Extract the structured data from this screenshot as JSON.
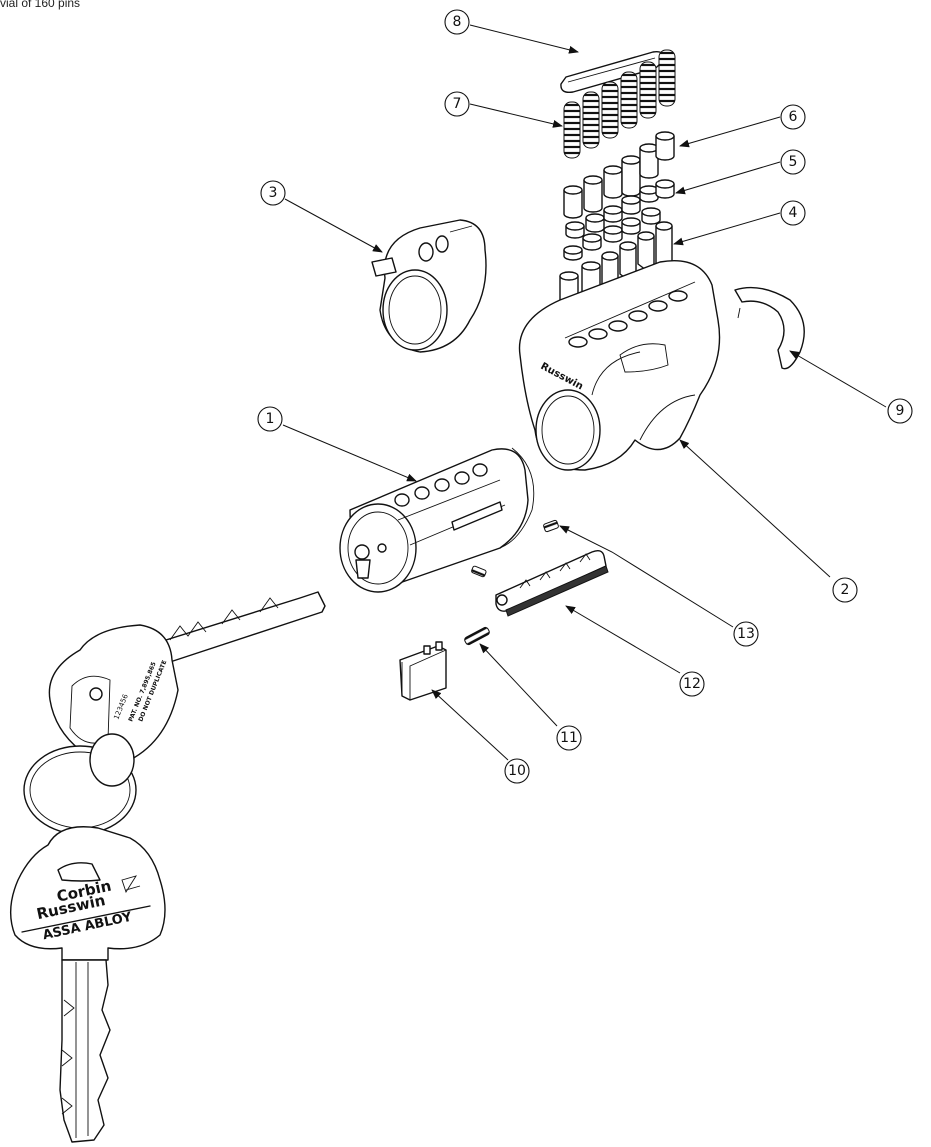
{
  "header": {
    "text": "vial of 160 pins"
  },
  "callouts": [
    "1",
    "2",
    "3",
    "4",
    "5",
    "6",
    "7",
    "8",
    "9",
    "10",
    "11",
    "12",
    "13"
  ],
  "key": {
    "serial": "123456",
    "patent_line1": "PAT. NO. 7,895,865",
    "patent_line2": "DO NOT DUPLICATE",
    "brand_line1": "Corbin",
    "brand_line2": "Russwin",
    "brand_line3": "ASSA ABLOY"
  },
  "housing_brand": "Russwin",
  "colors": {
    "line": "#111111",
    "background": "#ffffff"
  }
}
